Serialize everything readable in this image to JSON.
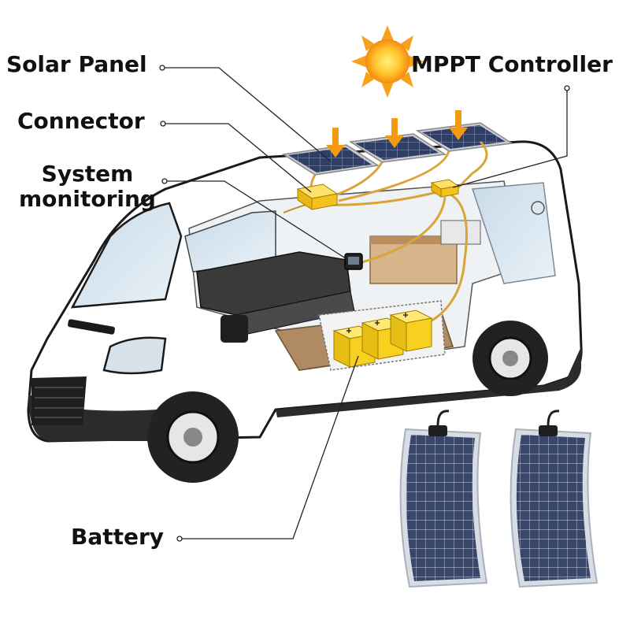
{
  "labels": {
    "solar_panel": "Solar Panel",
    "mppt_controller": "MPPT Controller",
    "connector": "Connector",
    "system_monitoring_line1": "System",
    "system_monitoring_line2": "monitoring",
    "battery": "Battery"
  },
  "colors": {
    "sun": "#f7a21b",
    "sun_core": "#ffd23a",
    "arrow": "#f29a12",
    "panel_cell": "#2c3a5e",
    "panel_frame": "#c8ccd2",
    "connector_box": "#f4c21c",
    "battery": "#f7d020",
    "wire": "#d9a53a",
    "van_body": "#ffffff",
    "van_outline": "#1a1a1a",
    "tire": "#222222",
    "seat": "#3a3a3a",
    "wood": "#c89a66",
    "text": "#111111"
  },
  "icons": [
    "sun-icon",
    "arrow-down-icon"
  ]
}
